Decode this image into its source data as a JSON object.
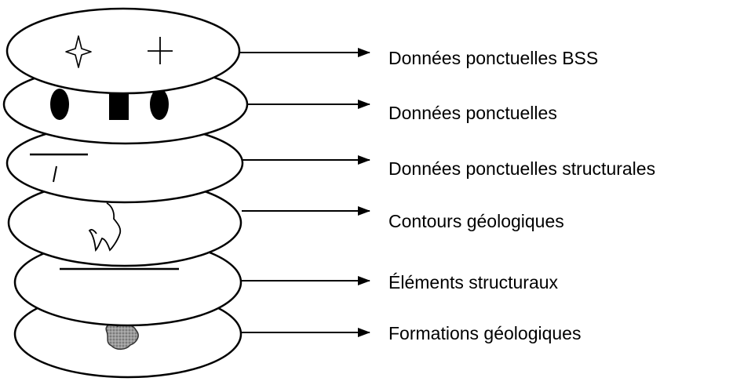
{
  "layers": [
    {
      "label": "Données ponctuelles BSS",
      "symbols": [
        "four-point-star",
        "plus"
      ]
    },
    {
      "label": "Données ponctuelles",
      "symbols": [
        "ellipse",
        "square",
        "ellipse"
      ]
    },
    {
      "label": "Données ponctuelles structurales",
      "symbols": [
        "strike-dip"
      ]
    },
    {
      "label": "Contours géologiques",
      "symbols": [
        "contour-line"
      ]
    },
    {
      "label": "Éléments structuraux",
      "symbols": [
        "fault-line"
      ]
    },
    {
      "label": "Formations géologiques",
      "symbols": [
        "formation-patch"
      ]
    }
  ]
}
